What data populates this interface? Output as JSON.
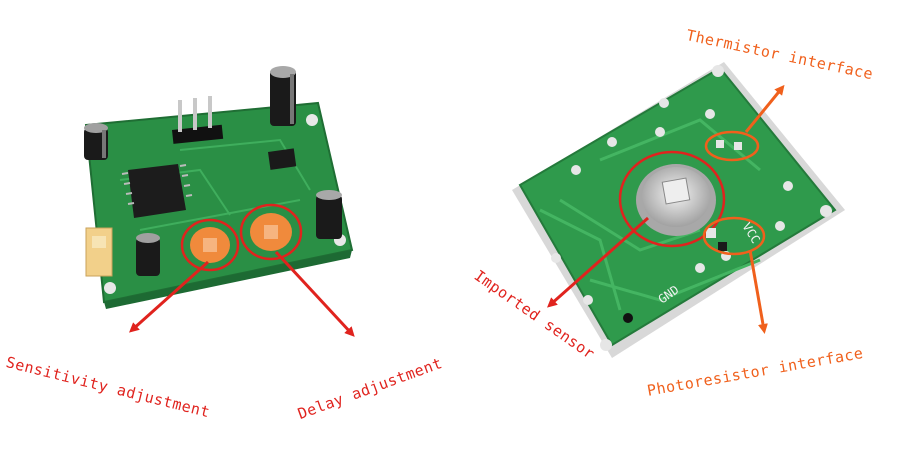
{
  "labels": {
    "sensitivity": "Sensitivity adjustment",
    "delay": "Delay adjustment",
    "imported_sensor": "Imported sensor",
    "thermistor": "Thermistor interface",
    "photoresistor": "Photoresistor interface"
  },
  "silkscreen": {
    "gnd": "GND",
    "vcc": "VCC"
  },
  "colors": {
    "pcb_green": "#2f9a4c",
    "label_red": "#e0231e",
    "label_orange": "#f0601c",
    "pot_orange": "#f08a3c"
  }
}
